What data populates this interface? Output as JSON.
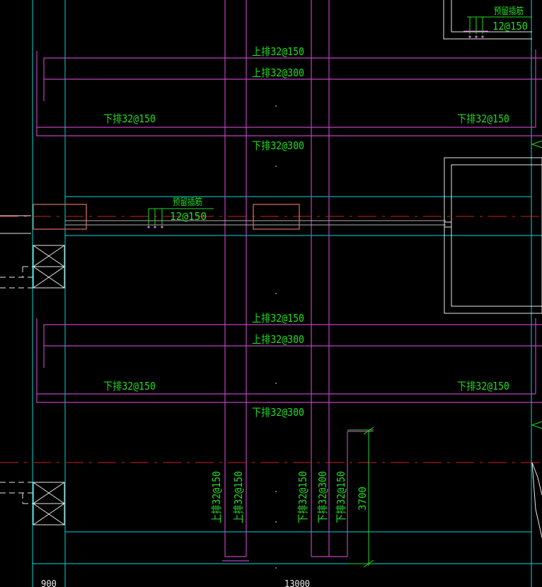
{
  "colors": {
    "background": "#000000",
    "cyan": "#00d8d8",
    "magenta": "#c040c0",
    "red": "#d02020",
    "green": "#22dd22",
    "white": "#e8e8e8",
    "salmon": "#e07060",
    "gray": "#b0b0b0",
    "pink": "#d070d0"
  },
  "rebar_labels": {
    "top_150_a": "上排32@150",
    "top_300_a": "上排32@300",
    "bottom_150_left_a": "下排32@150",
    "bottom_150_right_a": "下排32@150",
    "bottom_300_a": "下排32@300",
    "top_150_b": "上排32@150",
    "top_300_b": "上排32@300",
    "bottom_150_left_b": "下排32@150",
    "bottom_150_right_b": "下排32@150",
    "bottom_300_b": "下排32@300",
    "vertical_top_150_1": "上排32@150",
    "vertical_top_150_2": "上排32@150",
    "vertical_bottom_150_1": "下排32@150",
    "vertical_bottom_300": "下排32@300",
    "vertical_bottom_150_2": "下排32@150"
  },
  "dowel_labels": {
    "name_top_right": "预留插筋",
    "spec_top_right": "12@150",
    "name_mid": "预留插筋",
    "spec_mid": "12@150"
  },
  "dimensions": {
    "vertical_3700": "3700",
    "bottom_900": "900",
    "bottom_13000": "13000"
  }
}
